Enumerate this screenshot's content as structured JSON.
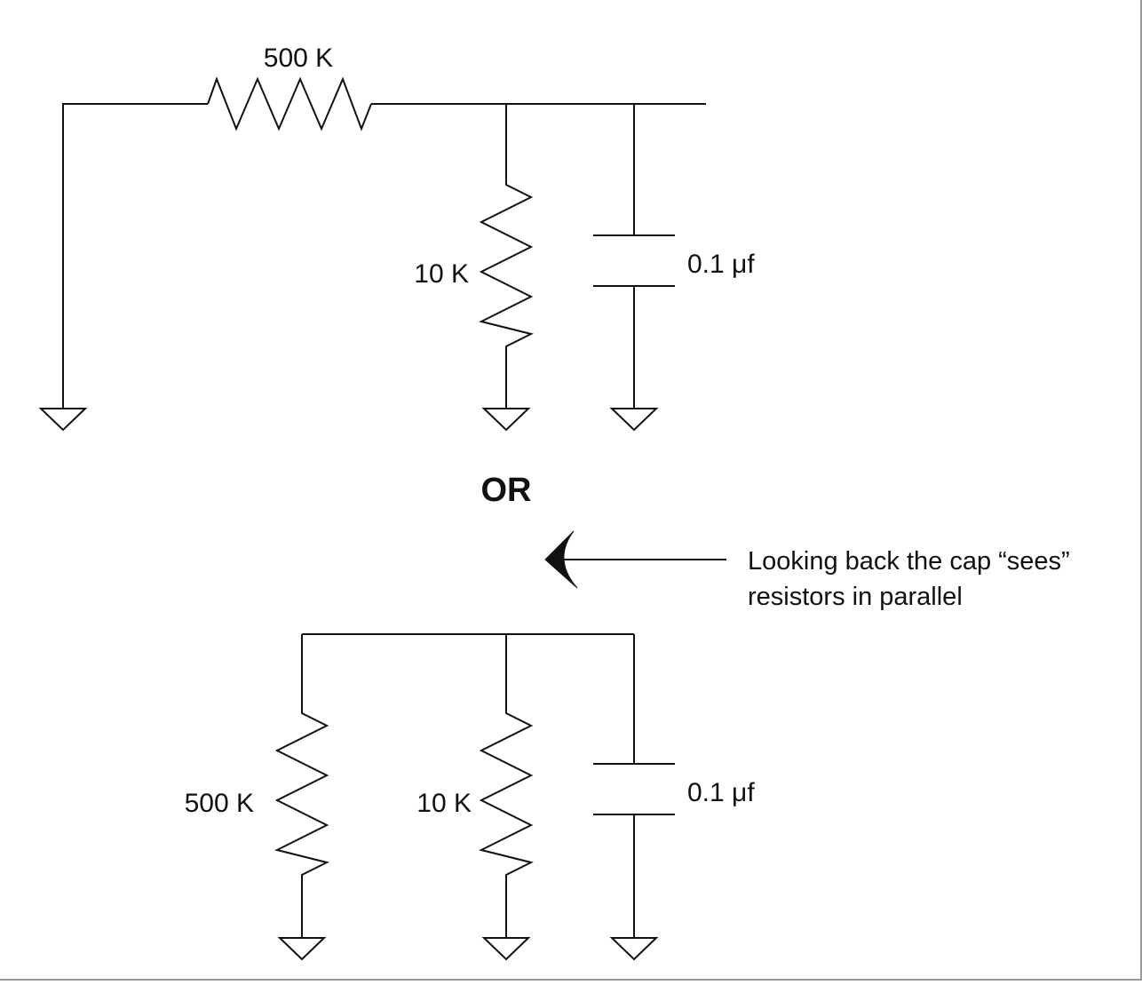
{
  "top_circuit": {
    "series_resistor_label": "500 K",
    "shunt_resistor_label": "10 K",
    "capacitor_label": "0.1 μf"
  },
  "separator_text": "OR",
  "annotation": {
    "line1": "Looking back the cap “sees”",
    "line2": "resistors in parallel"
  },
  "bottom_circuit": {
    "resistor1_label": "500 K",
    "resistor2_label": "10 K",
    "capacitor_label": "0.1 μf"
  },
  "colors": {
    "line": "#111111",
    "background": "#ffffff"
  }
}
